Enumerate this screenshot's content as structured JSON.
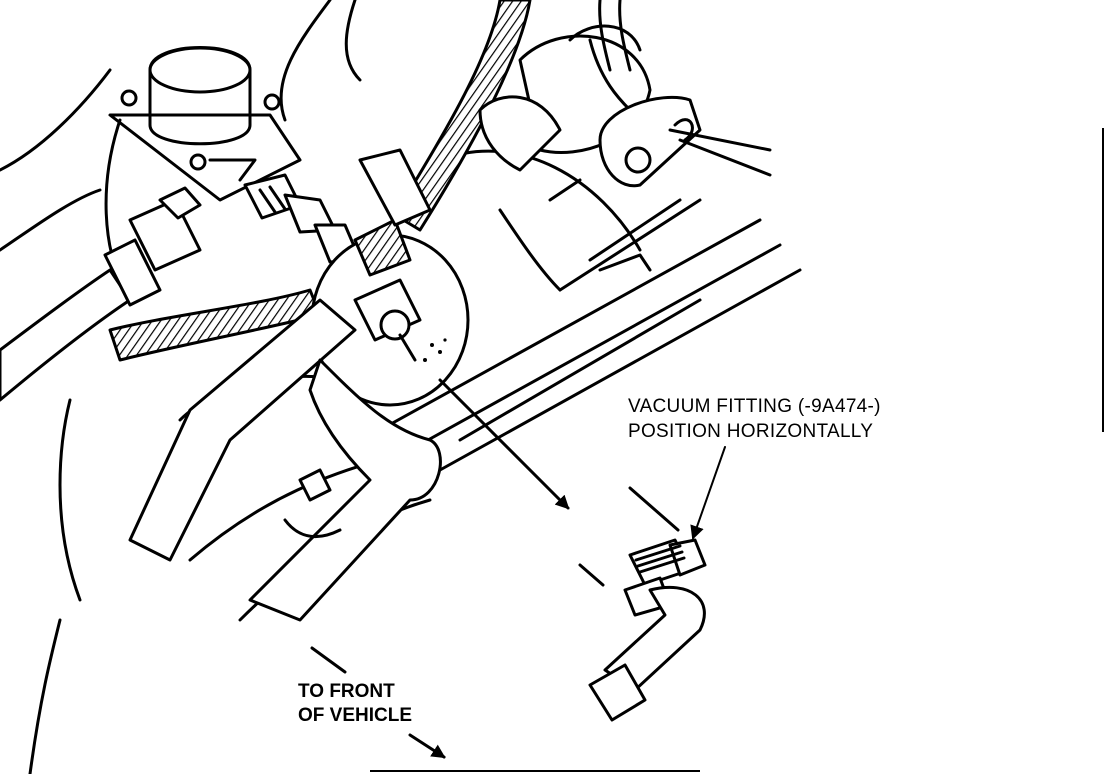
{
  "callouts": {
    "vacuum_fitting_line1": "VACUUM FITTING (-9A474-)",
    "vacuum_fitting_line2": "POSITION HORIZONTALLY",
    "front_line1": "TO FRONT",
    "front_line2": "OF VEHICLE"
  },
  "colors": {
    "ink": "#000000",
    "paper": "#ffffff"
  }
}
